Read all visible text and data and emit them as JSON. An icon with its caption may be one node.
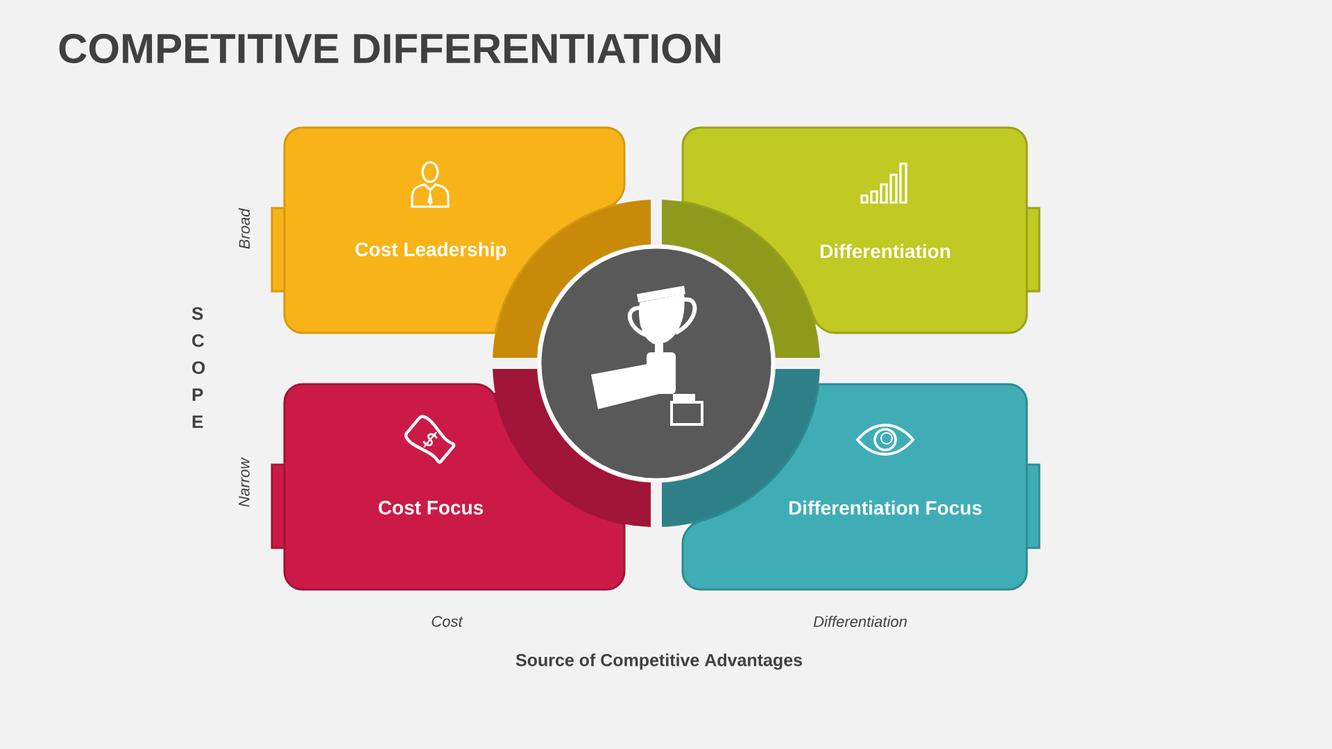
{
  "diagram": {
    "title": "COMPETITIVE DIFFERENTIATION",
    "nodes": [
      {
        "text": [
          "Cost Leadership"
        ]
      },
      {
        "text": [
          "Differentiation"
        ]
      },
      {
        "text": [
          "Cost Focus"
        ]
      },
      {
        "text": [
          "Differentiation Focus"
        ]
      },
      {
        "text": [],
        "shape": "circle"
      }
    ],
    "labels": [
      "Broad",
      "S C O P E",
      "Narrow",
      "Cost",
      "Differentiation",
      "Source of Competitive Advantages"
    ]
  }
}
